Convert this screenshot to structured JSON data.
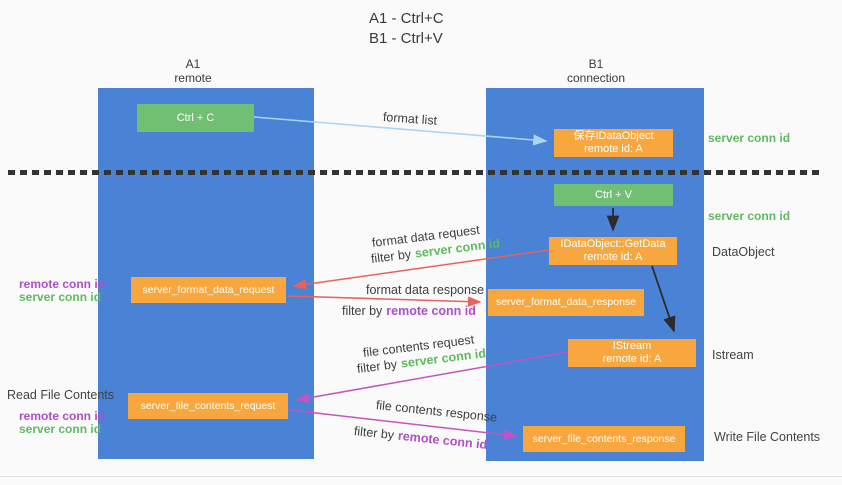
{
  "title": {
    "line1": "A1 - Ctrl+C",
    "line2": "B1 - Ctrl+V"
  },
  "lanes": {
    "a1": {
      "name": "A1",
      "role": "remote"
    },
    "b1": {
      "name": "B1",
      "role": "connection"
    }
  },
  "nodes": {
    "ctrl_c": {
      "label": "Ctrl + C"
    },
    "save_idataobject": {
      "line1": "保存IDataObject",
      "line2": "remote id: A"
    },
    "ctrl_v": {
      "label": "Ctrl + V"
    },
    "idataobject_getdata": {
      "line1": "IDataObject::GetData",
      "line2": "remote id: A"
    },
    "server_format_data_request": {
      "label": "server_format_data_request"
    },
    "server_format_data_response": {
      "label": "server_format_data_response"
    },
    "istream": {
      "line1": "IStream",
      "line2": "remote id: A"
    },
    "server_file_contents_request": {
      "label": "server_file_contents_request"
    },
    "server_file_contents_response": {
      "label": "server_file_contents_response"
    }
  },
  "labels": {
    "format_list": "format list",
    "format_data_request": "format data request",
    "format_data_response": "format data response",
    "file_contents_request": "file contents request",
    "file_contents_response": "file contents response",
    "filter_by": "filter by",
    "server_conn_id": "server conn id",
    "remote_conn_id": "remote conn id",
    "dataobject": "DataObject",
    "istream": "Istream",
    "read_file_contents": "Read File Contents",
    "write_file_contents": "Write File Contents"
  },
  "colors": {
    "lane_blue": "#4a82d5",
    "node_orange": "#f7a73d",
    "node_green": "#70bf74",
    "text_green": "#5fba5f",
    "text_purple": "#ad4fc5",
    "arrow_red": "#e8635c",
    "arrow_magenta": "#c454c4",
    "arrow_lightblue": "#a9d5f2",
    "arrow_black": "#2b2b2b",
    "divider_gray": "#333333"
  }
}
